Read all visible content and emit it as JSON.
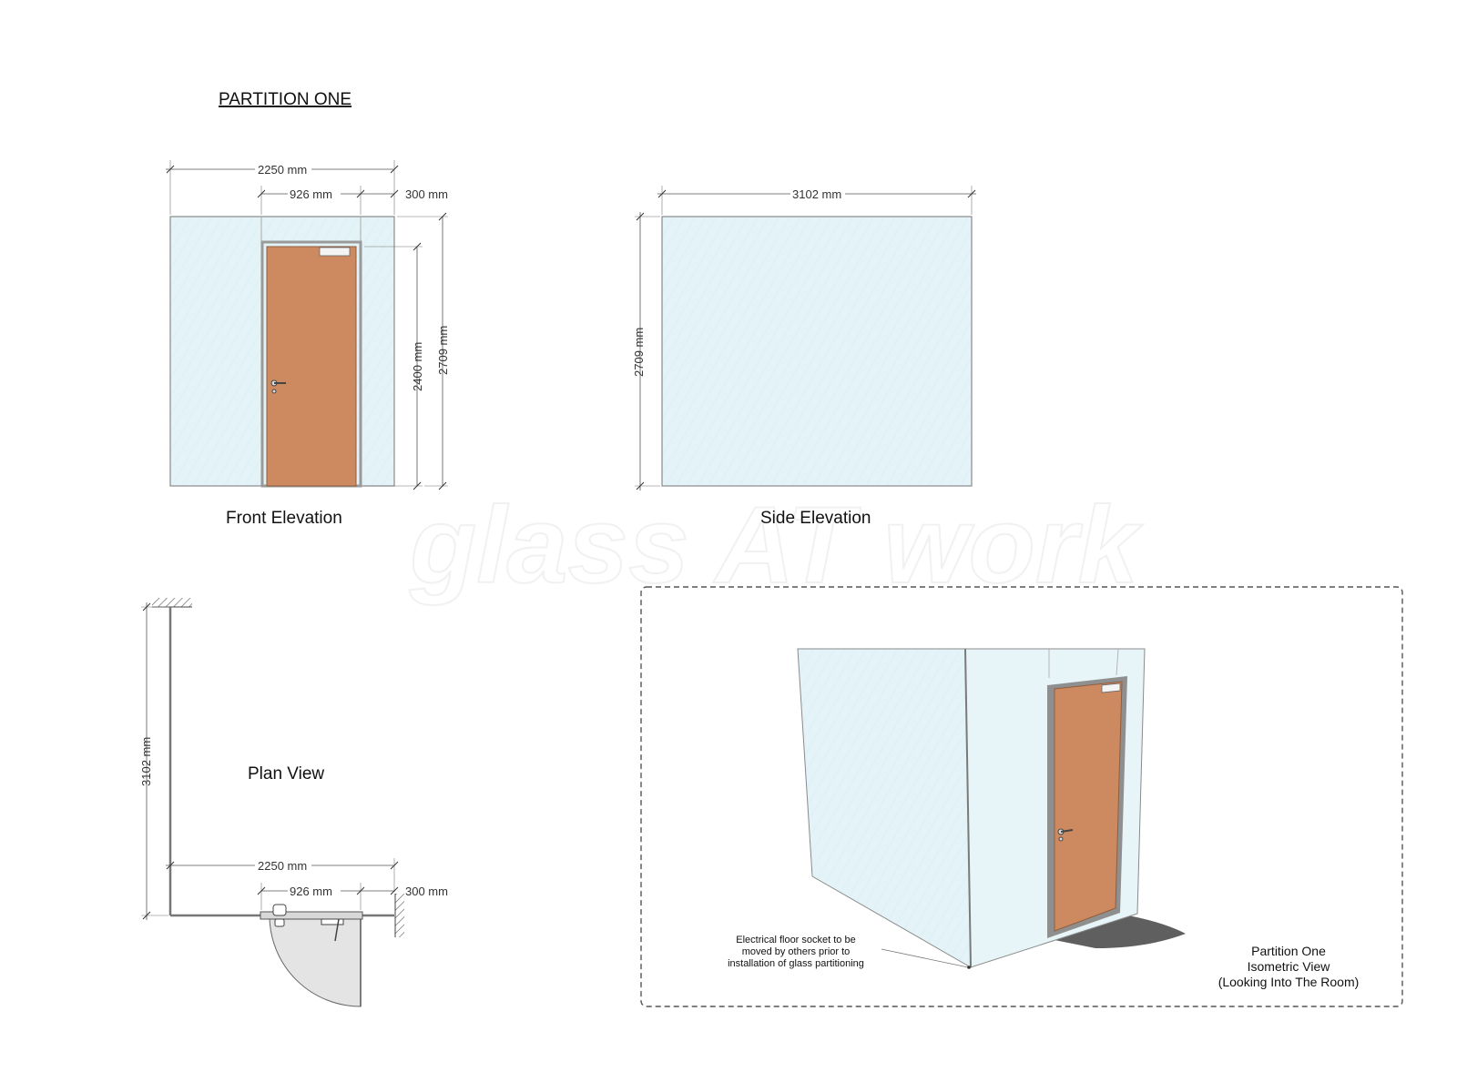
{
  "title": "PARTITION ONE",
  "watermark": "glass AT work",
  "colors": {
    "glass": "#e3f3f7",
    "door": "#cd8a61",
    "frame": "#9a9a9a",
    "shadow": "#5f5f5f",
    "door_swing": "#e4e4e4"
  },
  "front": {
    "label": "Front Elevation",
    "dims": {
      "overall_width": "2250 mm",
      "door_width": "926 mm",
      "side_panel": "300 mm",
      "door_height": "2400 mm",
      "overall_height": "2709 mm"
    }
  },
  "side": {
    "label": "Side Elevation",
    "dims": {
      "width": "3102 mm",
      "height": "2709 mm"
    }
  },
  "plan": {
    "label": "Plan View",
    "dims": {
      "depth": "3102 mm",
      "overall_width": "2250 mm",
      "door_width": "926 mm",
      "side_panel": "300 mm"
    }
  },
  "iso": {
    "note_lines": [
      "Electrical floor socket to be",
      "moved by others prior to",
      "installation of glass partitioning"
    ],
    "caption_lines": [
      "Partition One",
      "Isometric View",
      "(Looking Into The Room)"
    ]
  }
}
